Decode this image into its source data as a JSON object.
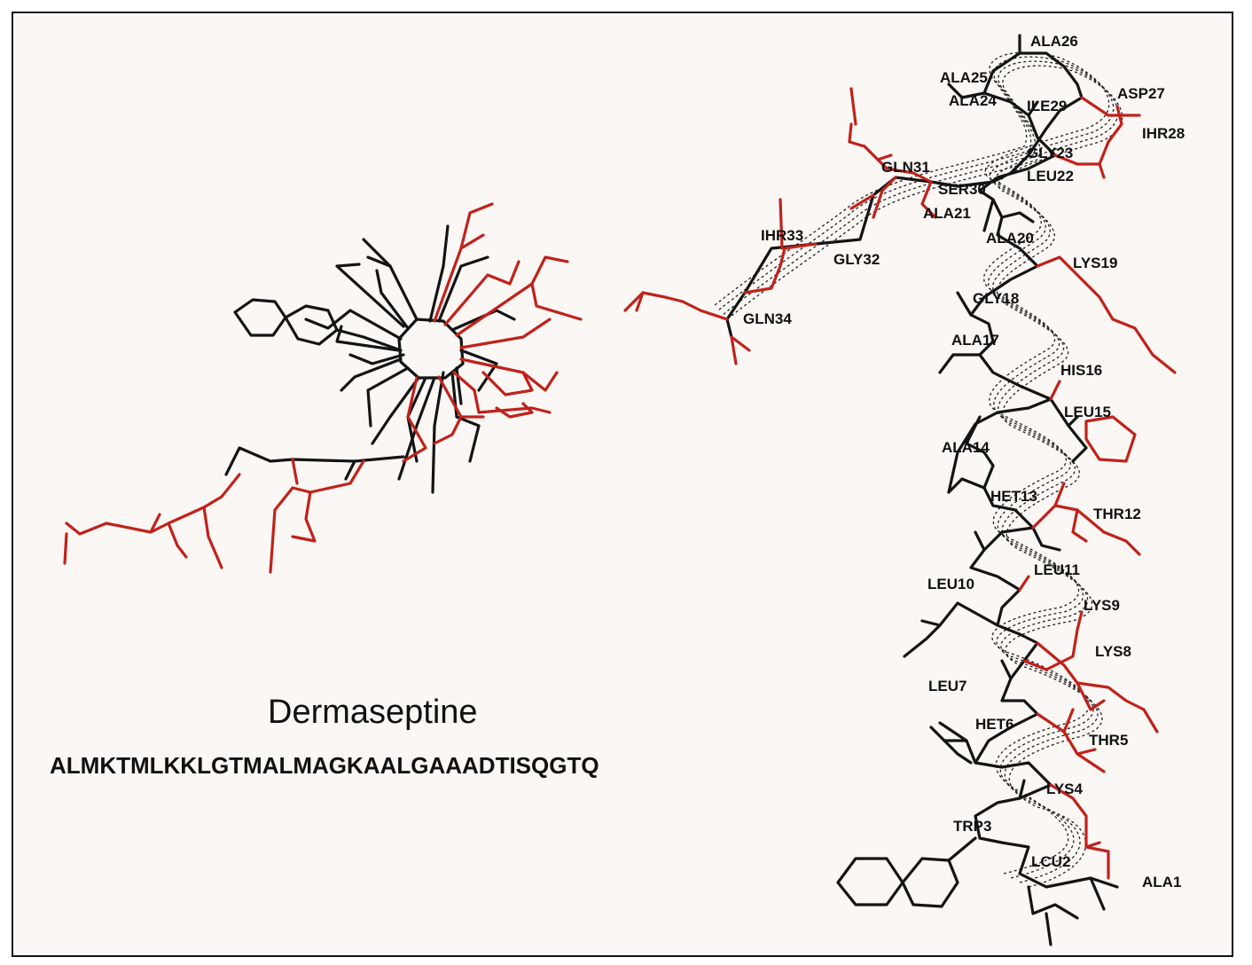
{
  "title": "Dermaseptine",
  "sequence": "ALMKTMLKKLGTMALMAGKAALGAAADTISQGTQ",
  "colors": {
    "backbone": "#141414",
    "hydrophilic_sidechain": "#c0221b",
    "frame": "#111111",
    "background": "#faf7f4"
  },
  "residues": [
    {
      "id": "ala1",
      "label": "ALA1"
    },
    {
      "id": "leu2",
      "label": "LCU2"
    },
    {
      "id": "trp3",
      "label": "TRP3"
    },
    {
      "id": "lys4",
      "label": "LYS4"
    },
    {
      "id": "thr5",
      "label": "THR5"
    },
    {
      "id": "met6",
      "label": "HET6"
    },
    {
      "id": "leu7",
      "label": "LEU7"
    },
    {
      "id": "lys8",
      "label": "LYS8"
    },
    {
      "id": "lys9",
      "label": "LYS9"
    },
    {
      "id": "leu10",
      "label": "LEU10"
    },
    {
      "id": "leu11",
      "label": "LEU11"
    },
    {
      "id": "thr12",
      "label": "THR12"
    },
    {
      "id": "met13",
      "label": "HET13"
    },
    {
      "id": "ala14",
      "label": "ALA14"
    },
    {
      "id": "leu15",
      "label": "LEU15"
    },
    {
      "id": "his16",
      "label": "HIS16"
    },
    {
      "id": "ala17",
      "label": "ALA17"
    },
    {
      "id": "gly18",
      "label": "GLY18"
    },
    {
      "id": "lys19",
      "label": "LYS19"
    },
    {
      "id": "ala20",
      "label": "ALA20"
    },
    {
      "id": "ala21",
      "label": "ALA21"
    },
    {
      "id": "leu22",
      "label": "LEU22"
    },
    {
      "id": "gly23",
      "label": "GLY23"
    },
    {
      "id": "ala24",
      "label": "ALA24"
    },
    {
      "id": "ala25",
      "label": "ALA25"
    },
    {
      "id": "ala26",
      "label": "ALA26"
    },
    {
      "id": "asp27",
      "label": "ASP27"
    },
    {
      "id": "thr28",
      "label": "IHR28"
    },
    {
      "id": "ile29",
      "label": "ILE29"
    },
    {
      "id": "ser30",
      "label": "SER30"
    },
    {
      "id": "gln31",
      "label": "GLN31"
    },
    {
      "id": "gly32",
      "label": "GLY32"
    },
    {
      "id": "thr33",
      "label": "IHR33"
    },
    {
      "id": "gln34",
      "label": "GLN34"
    }
  ]
}
